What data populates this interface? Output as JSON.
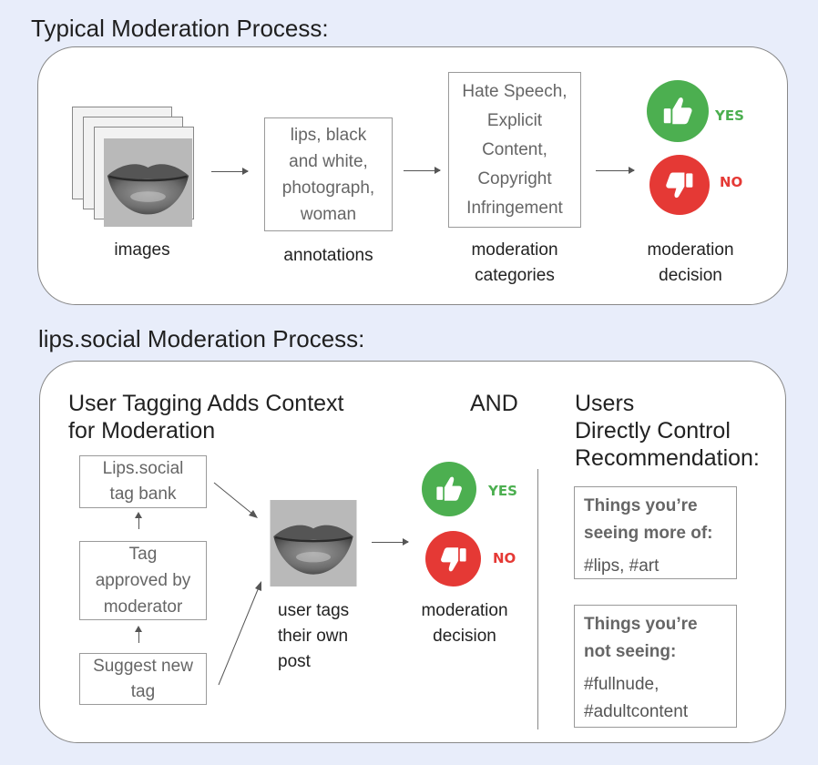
{
  "section1": {
    "heading": "Typical Moderation Process:",
    "images_caption": "images",
    "annotations": {
      "lines": [
        "lips, black",
        "and white,",
        "photograph,",
        "woman"
      ],
      "caption": "annotations"
    },
    "categories": {
      "lines": [
        "Hate Speech,",
        "Explicit",
        "Content,",
        "Copyright",
        "Infringement"
      ],
      "caption_lines": [
        "moderation",
        "categories"
      ]
    },
    "decision": {
      "yes": "YES",
      "no": "NO",
      "caption_lines": [
        "moderation",
        "decision"
      ]
    }
  },
  "section2": {
    "heading": "lips.social Moderation Process:",
    "left_title_lines": [
      "User Tagging Adds Context",
      "for Moderation"
    ],
    "and_label": "AND",
    "right_title_lines": [
      "Users",
      "Directly Control",
      "Recommendation:"
    ],
    "tag_bank_lines": [
      "Lips.social",
      "tag bank"
    ],
    "approved_lines": [
      "Tag",
      "approved by",
      "moderator"
    ],
    "suggest_lines": [
      "Suggest new",
      "tag"
    ],
    "user_tags_lines": [
      "user tags",
      "their own",
      "post"
    ],
    "decision": {
      "yes": "YES",
      "no": "NO",
      "caption_lines": [
        "moderation",
        "decision"
      ]
    },
    "seeing_more": {
      "title_lines": [
        "Things you’re",
        "seeing more of:"
      ],
      "values": "#lips, #art"
    },
    "not_seeing": {
      "title_lines": [
        "Things you’re",
        "not seeing:"
      ],
      "values_lines": [
        "#fullnude,",
        "#adultcontent"
      ]
    }
  },
  "colors": {
    "yes": "#4caf50",
    "no": "#e53935",
    "background": "#e8edfa"
  }
}
